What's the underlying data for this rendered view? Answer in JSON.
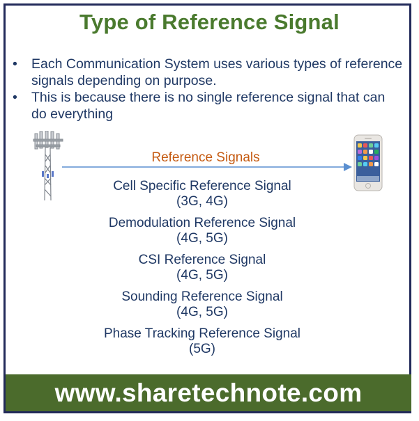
{
  "title": "Type of Reference Signal",
  "bullets": [
    {
      "marker": "•",
      "text": "Each Communication System uses various types of reference signals depending on purpose."
    },
    {
      "marker": "•",
      "text": "This is because there is no single reference signal that can do everything"
    }
  ],
  "diagram": {
    "label": "Reference Signals",
    "source_icon": "cell-tower-icon",
    "target_icon": "smartphone-icon",
    "arrow_color": "#5b8fd0"
  },
  "signals": [
    {
      "name": "Cell Specific Reference Signal",
      "generations": "(3G, 4G)"
    },
    {
      "name": "Demodulation Reference Signal",
      "generations": "(4G, 5G)"
    },
    {
      "name": "CSI Reference Signal",
      "generations": "(4G, 5G)"
    },
    {
      "name": "Sounding Reference Signal",
      "generations": "(4G, 5G)"
    },
    {
      "name": "Phase Tracking Reference Signal",
      "generations": "(5G)"
    }
  ],
  "footer": {
    "text": "www.sharetechnote.com"
  },
  "colors": {
    "title": "#4a7a2e",
    "body_text": "#1f3864",
    "label": "#c55a11",
    "banner": "#4b6b2c",
    "border": "#222a5a"
  }
}
